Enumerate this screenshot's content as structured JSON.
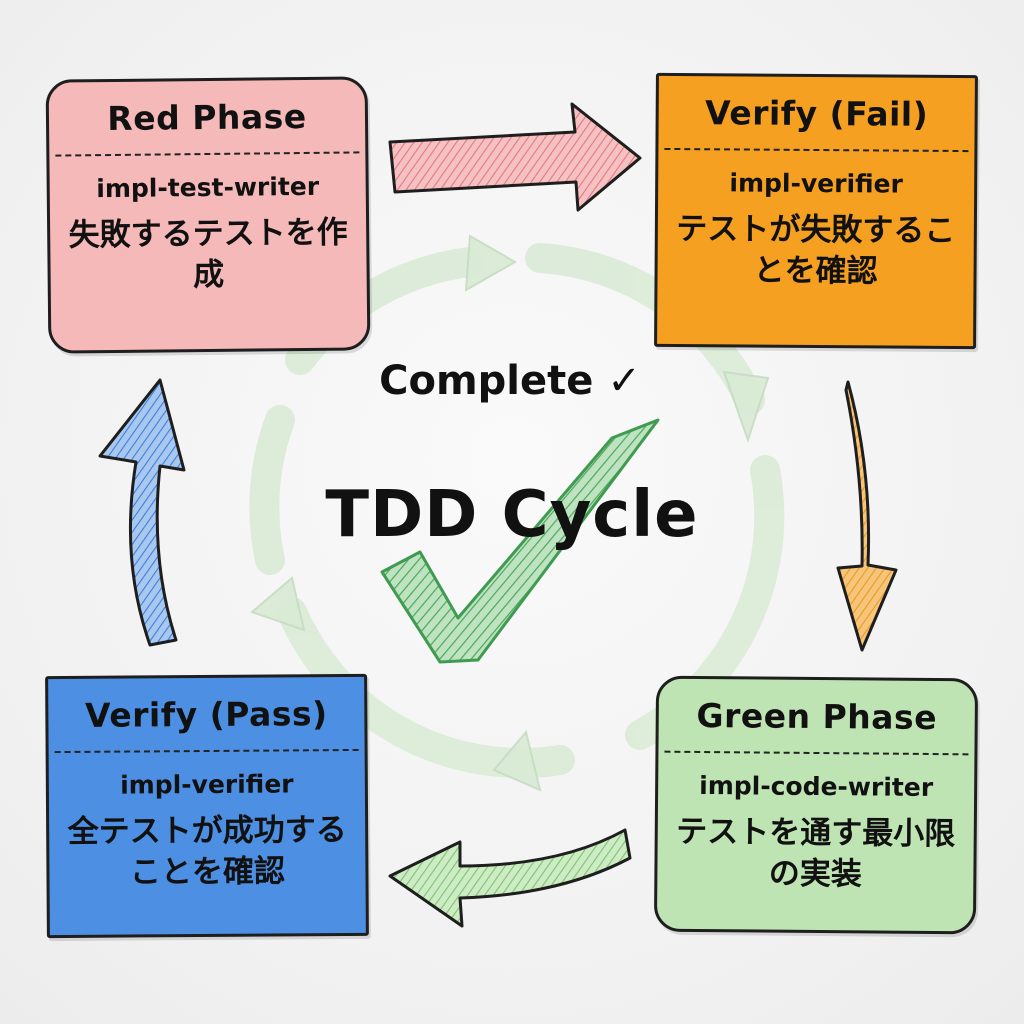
{
  "center": {
    "status": "Complete ✓",
    "title": "TDD Cycle"
  },
  "phases": [
    {
      "title": "Red Phase",
      "agent": "impl-test-writer",
      "description": "失敗するテストを作成",
      "color": "#f6b9b9"
    },
    {
      "title": "Verify (Fail)",
      "agent": "impl-verifier",
      "description": "テストが失敗することを確認",
      "color": "#f5a020"
    },
    {
      "title": "Green Phase",
      "agent": "impl-code-writer",
      "description": "テストを通す最小限の実装",
      "color": "#bfe4b4"
    },
    {
      "title": "Verify (Pass)",
      "agent": "impl-verifier",
      "description": "全テストが成功することを確認",
      "color": "#4d90e3"
    }
  ],
  "arrows": [
    {
      "from": "Red Phase",
      "to": "Verify (Fail)",
      "color": "#e8999b",
      "icon": "arrow-right-icon"
    },
    {
      "from": "Verify (Fail)",
      "to": "Green Phase",
      "color": "#f0b048",
      "icon": "arrow-down-icon"
    },
    {
      "from": "Green Phase",
      "to": "Verify (Pass)",
      "color": "#9ed690",
      "icon": "arrow-left-icon"
    },
    {
      "from": "Verify (Pass)",
      "to": "Red Phase",
      "color": "#6a9ee0",
      "icon": "arrow-up-icon"
    }
  ],
  "icons": {
    "checkmark": "check-icon",
    "cycle": "cycle-ring-icon"
  },
  "colors": {
    "ring": "#cfe3cb",
    "check": "#47a35a",
    "outline": "#1e1e1e"
  }
}
